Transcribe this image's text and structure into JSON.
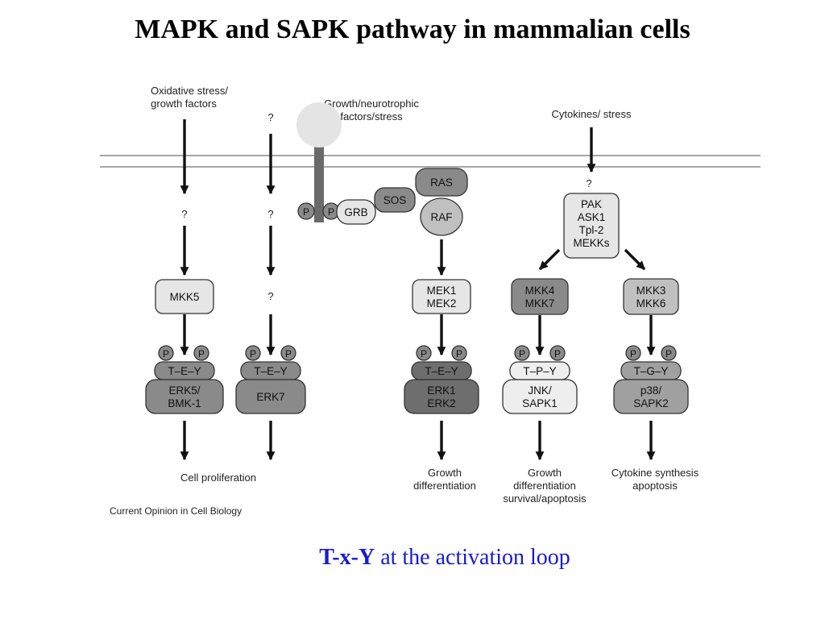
{
  "title": "MAPK and SAPK pathway in mammalian cells",
  "caption": {
    "motif": "T-x-Y",
    "rest": " at the activation loop"
  },
  "credit": "Current Opinion in Cell Biology",
  "colors": {
    "light": "#e6e6e6",
    "mid": "#c0c0c0",
    "dark": "#8a8a8a",
    "membrane": "#8a8a8a",
    "caption": "#1a1ad0"
  },
  "stimuli": {
    "oxidative": [
      "Oxidative stress/",
      "growth factors"
    ],
    "growth": [
      "Growth/neurotrophic",
      "factors/stress"
    ],
    "cytokines": "Cytokines/ stress"
  },
  "unknown": "?",
  "phospho": "P",
  "receptor_complex": {
    "grb": "GRB",
    "sos": "SOS",
    "ras": "RAS",
    "raf": "RAF"
  },
  "mapkkk": [
    "PAK",
    "ASK1",
    "Tpl-2",
    "MEKKs"
  ],
  "mapkk": {
    "mkk5": "MKK5",
    "mek": [
      "MEK1",
      "MEK2"
    ],
    "mkk47": [
      "MKK4",
      "MKK7"
    ],
    "mkk36": [
      "MKK3",
      "MKK6"
    ]
  },
  "motifs": {
    "tey": "T–E–Y",
    "tpy": "T–P–Y",
    "tgy": "T–G–Y"
  },
  "mapk": {
    "erk5": [
      "ERK5/",
      "BMK-1"
    ],
    "erk7": "ERK7",
    "erk12": [
      "ERK1",
      "ERK2"
    ],
    "jnk": [
      "JNK/",
      "SAPK1"
    ],
    "p38": [
      "p38/",
      "SAPK2"
    ]
  },
  "outcomes": {
    "proliferation": "Cell proliferation",
    "growth_diff": [
      "Growth",
      "differentiation"
    ],
    "growth_survival": [
      "Growth",
      "differentiation",
      "survival/apoptosis"
    ],
    "cytokine": [
      "Cytokine synthesis",
      "apoptosis"
    ]
  }
}
